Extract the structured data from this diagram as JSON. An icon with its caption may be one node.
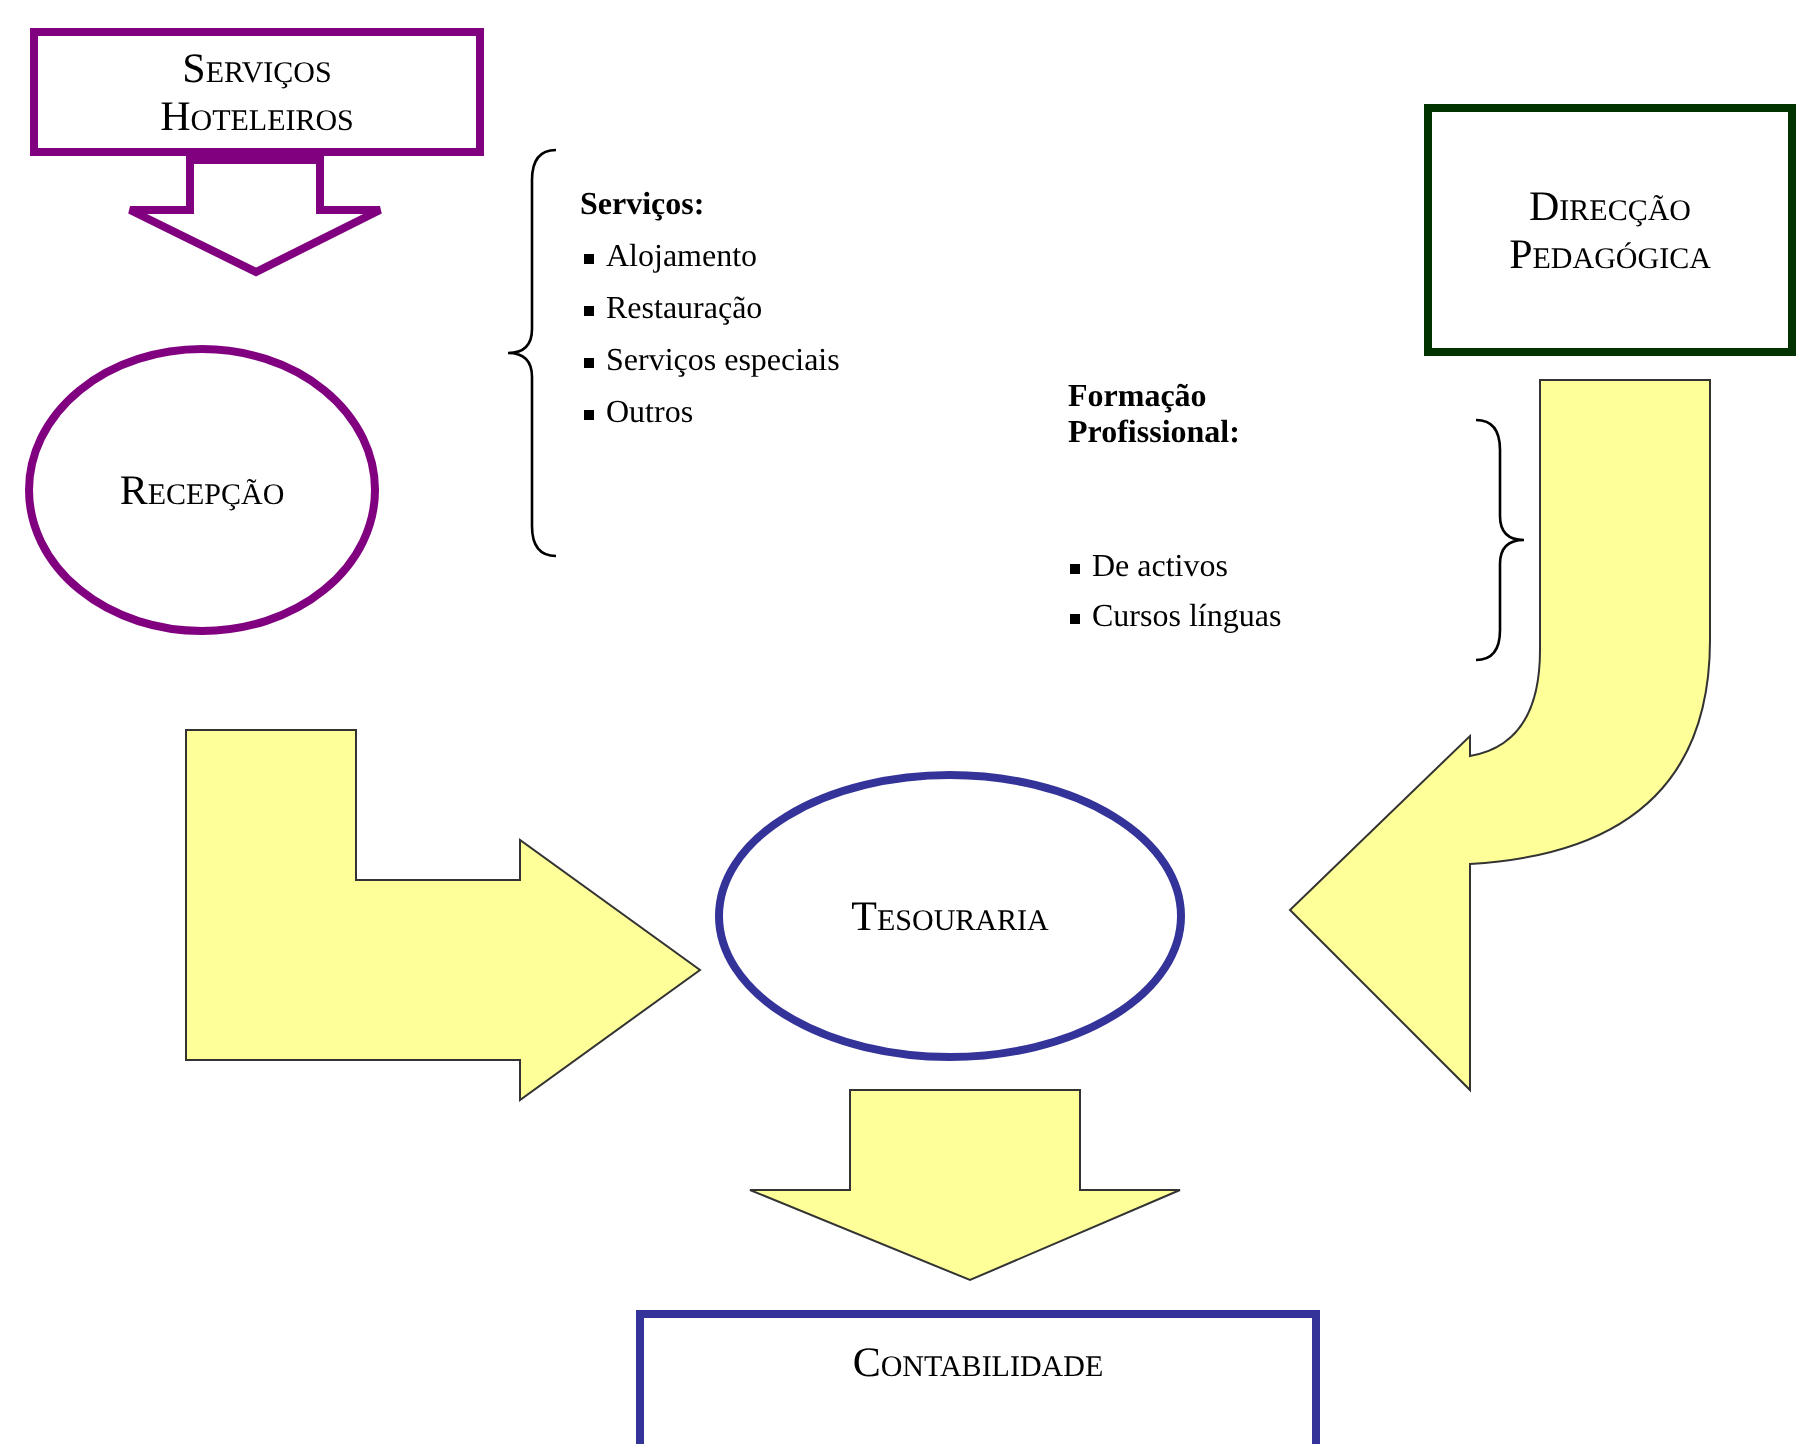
{
  "diagram": {
    "nodes": [
      {
        "text": [
          "Serviços Hoteleiros"
        ]
      },
      {
        "text": [
          "Recepção"
        ]
      },
      {
        "text": [
          "Direcção Pedagógica"
        ]
      },
      {
        "text": [
          "Tesouraria"
        ]
      },
      {
        "text": [
          "Contabilidade"
        ]
      }
    ],
    "edges": [
      {
        "from": 0,
        "to": 1,
        "arrow": "to",
        "color": "#800080"
      },
      {
        "from": 1,
        "to": 3,
        "arrow": "to"
      },
      {
        "from": 2,
        "to": 3,
        "arrow": "to"
      },
      {
        "from": 3,
        "to": 4,
        "arrow": "to"
      }
    ],
    "labels": [
      "Serviços:",
      "Alojamento",
      "Restauração",
      "Serviços especiais",
      "Outros",
      "Formação Profissional:",
      "De activos",
      "Cursos línguas"
    ]
  }
}
